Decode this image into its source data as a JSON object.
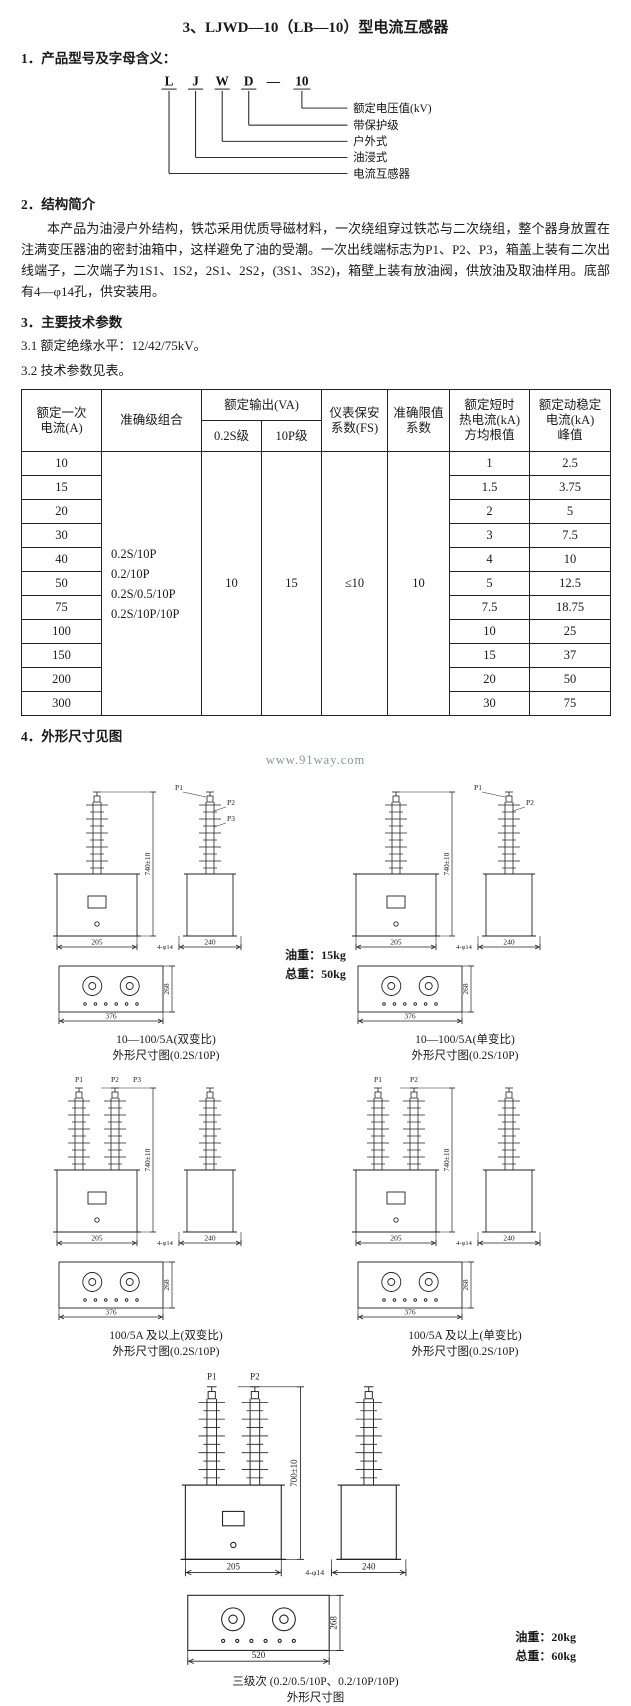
{
  "doc": {
    "title": "3、LJWD—10（LB—10）型电流互感器",
    "section1": {
      "heading": "1．产品型号及字母含义：",
      "model": {
        "letters": [
          "L",
          "J",
          "W",
          "D",
          "—",
          "10"
        ],
        "labels": [
          "额定电压值(kV)",
          "带保护级",
          "户外式",
          "油浸式",
          "电流互感器"
        ]
      }
    },
    "section2": {
      "heading": "2．结构简介",
      "body": "本产品为油浸户外结构，铁芯采用优质导磁材料，一次绕组穿过铁芯与二次绕组，整个器身放置在注满变压器油的密封油箱中，这样避免了油的受潮。一次出线端标志为P1、P2、P3，箱盖上装有二次出线端子，二次端子为1S1、1S2，2S1、2S2，(3S1、3S2)，箱壁上装有放油阀，供放油及取油样用。底部有4—φ14孔，供安装用。"
    },
    "section3": {
      "heading": "3．主要技术参数",
      "item31": "3.1 额定绝缘水平：12/42/75kV。",
      "item32": "3.2 技术参数见表。"
    },
    "section4": {
      "heading": "4．外形尺寸见图",
      "watermark": "www.91way.com"
    }
  },
  "table": {
    "header": {
      "current": "额定一次\n电流(A)",
      "combo": "准确级组合",
      "output_group": "额定输出(VA)",
      "output_cols": [
        "0.2S级",
        "10P级"
      ],
      "fs": "仪表保安\n系数(FS)",
      "alf": "准确限值\n系数",
      "thermal": "额定短时\n热电流(kA)\n方均根值",
      "dynamic": "额定动稳定\n电流(kA)\n峰值"
    },
    "combo_values": [
      "0.2S/10P",
      "0.2/10P",
      "0.2S/0.5/10P",
      "0.2S/10P/10P"
    ],
    "output_02s": "10",
    "output_10p": "15",
    "fs_value": "≤10",
    "alf_value": "10",
    "rows": [
      {
        "current": "10",
        "thermal": "1",
        "dynamic": "2.5"
      },
      {
        "current": "15",
        "thermal": "1.5",
        "dynamic": "3.75"
      },
      {
        "current": "20",
        "thermal": "2",
        "dynamic": "5"
      },
      {
        "current": "30",
        "thermal": "3",
        "dynamic": "7.5"
      },
      {
        "current": "40",
        "thermal": "4",
        "dynamic": "10"
      },
      {
        "current": "50",
        "thermal": "5",
        "dynamic": "12.5"
      },
      {
        "current": "75",
        "thermal": "7.5",
        "dynamic": "18.75"
      },
      {
        "current": "100",
        "thermal": "10",
        "dynamic": "25"
      },
      {
        "current": "150",
        "thermal": "15",
        "dynamic": "37"
      },
      {
        "current": "200",
        "thermal": "20",
        "dynamic": "50"
      },
      {
        "current": "300",
        "thermal": "30",
        "dynamic": "75"
      }
    ]
  },
  "figures": {
    "items": [
      {
        "caption1": "10—100/5A(双变比)",
        "caption2": "外形尺寸图(0.2S/10P)",
        "front_bushings": 1,
        "front_labels": [],
        "side_labels": [
          "P1",
          "P2",
          "P3"
        ],
        "dim_front_width": "205",
        "dim_side_width": "240",
        "dim_height": "740±10",
        "dim_bottom_width": "376",
        "dim_bottom_height": "268",
        "hole_label": "4-φ14",
        "wide_bottom": false
      },
      {
        "caption1": "10—100/5A(单变比)",
        "caption2": "外形尺寸图(0.2S/10P)",
        "front_bushings": 1,
        "front_labels": [],
        "side_labels": [
          "P1",
          "P2"
        ],
        "dim_front_width": "205",
        "dim_side_width": "240",
        "dim_height": "740±10",
        "dim_bottom_width": "376",
        "dim_bottom_height": "268",
        "hole_label": "4-φ14",
        "wide_bottom": false
      },
      {
        "caption1": "100/5A 及以上(双变比)",
        "caption2": "外形尺寸图(0.2S/10P)",
        "front_bushings": 2,
        "front_labels": [
          "P1",
          "P2",
          "P3"
        ],
        "side_labels": [],
        "dim_front_width": "205",
        "dim_side_width": "240",
        "dim_height": "740±10",
        "dim_bottom_width": "376",
        "dim_bottom_height": "268",
        "hole_label": "4-φ14",
        "wide_bottom": false
      },
      {
        "caption1": "100/5A 及以上(单变比)",
        "caption2": "外形尺寸图(0.2S/10P)",
        "front_bushings": 2,
        "front_labels": [
          "P1",
          "P2"
        ],
        "side_labels": [],
        "dim_front_width": "205",
        "dim_side_width": "240",
        "dim_height": "740±10",
        "dim_bottom_width": "376",
        "dim_bottom_height": "268",
        "hole_label": "4-φ14",
        "wide_bottom": false
      },
      {
        "caption1": "三级次 (0.2/0.5/10P、0.2/10P/10P)",
        "caption2": "外形尺寸图",
        "front_bushings": 2,
        "front_labels": [
          "P1",
          "P2"
        ],
        "side_labels": [],
        "dim_front_width": "205",
        "dim_side_width": "240",
        "dim_height": "700±10",
        "dim_bottom_width": "520",
        "dim_bottom_height": "268",
        "hole_label": "4-φ14",
        "wide_bottom": true
      }
    ],
    "oil_note_row1": [
      "油重：15kg",
      "总重：50kg"
    ],
    "oil_note_row3": [
      "油重：20kg",
      "总重：60kg"
    ]
  }
}
